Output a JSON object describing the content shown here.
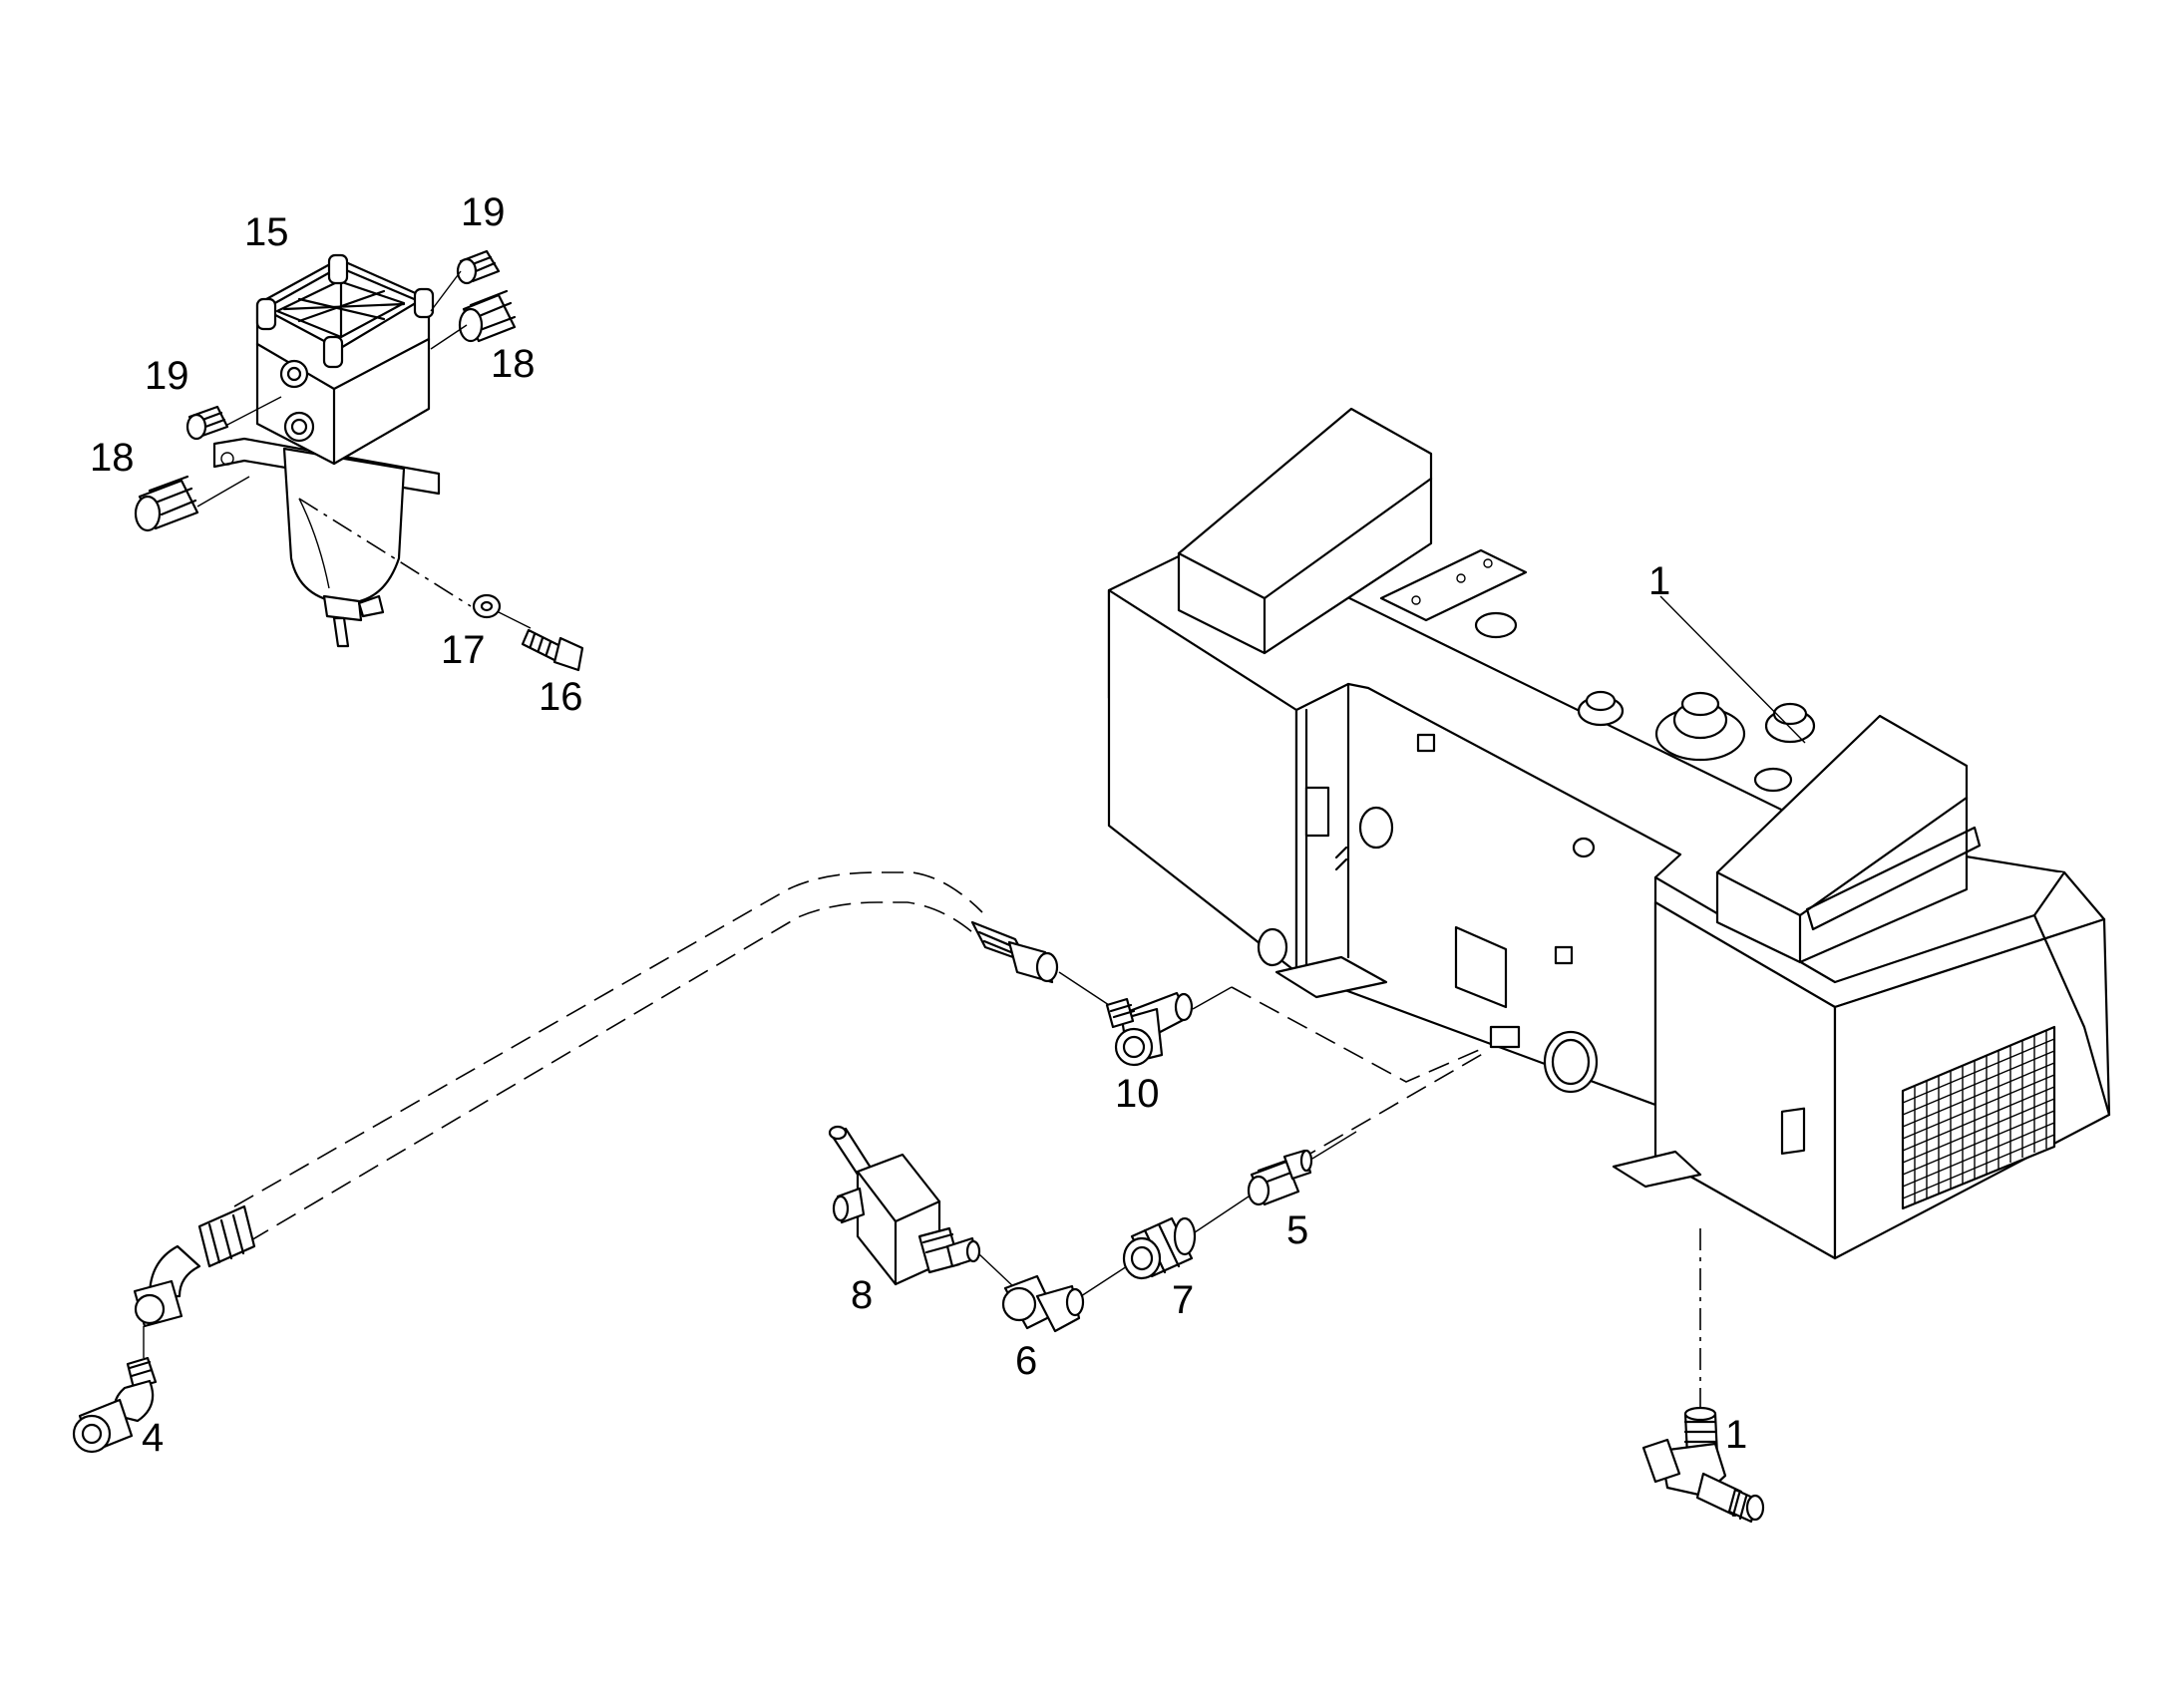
{
  "callouts": {
    "c15": "15",
    "c19_top": "19",
    "c18_top": "18",
    "c19_left": "19",
    "c18_left": "18",
    "c17": "17",
    "c16": "16",
    "c1_tank": "1",
    "c10": "10",
    "c5": "5",
    "c7": "7",
    "c8": "8",
    "c6": "6",
    "c4": "4",
    "c1_tee": "1"
  },
  "icons": {
    "tank": "fuel-tank-icon",
    "filter": "fuel-filter-icon",
    "hose": "hose-icon",
    "valve": "ball-valve-icon",
    "tee": "tee-fitting-icon"
  }
}
